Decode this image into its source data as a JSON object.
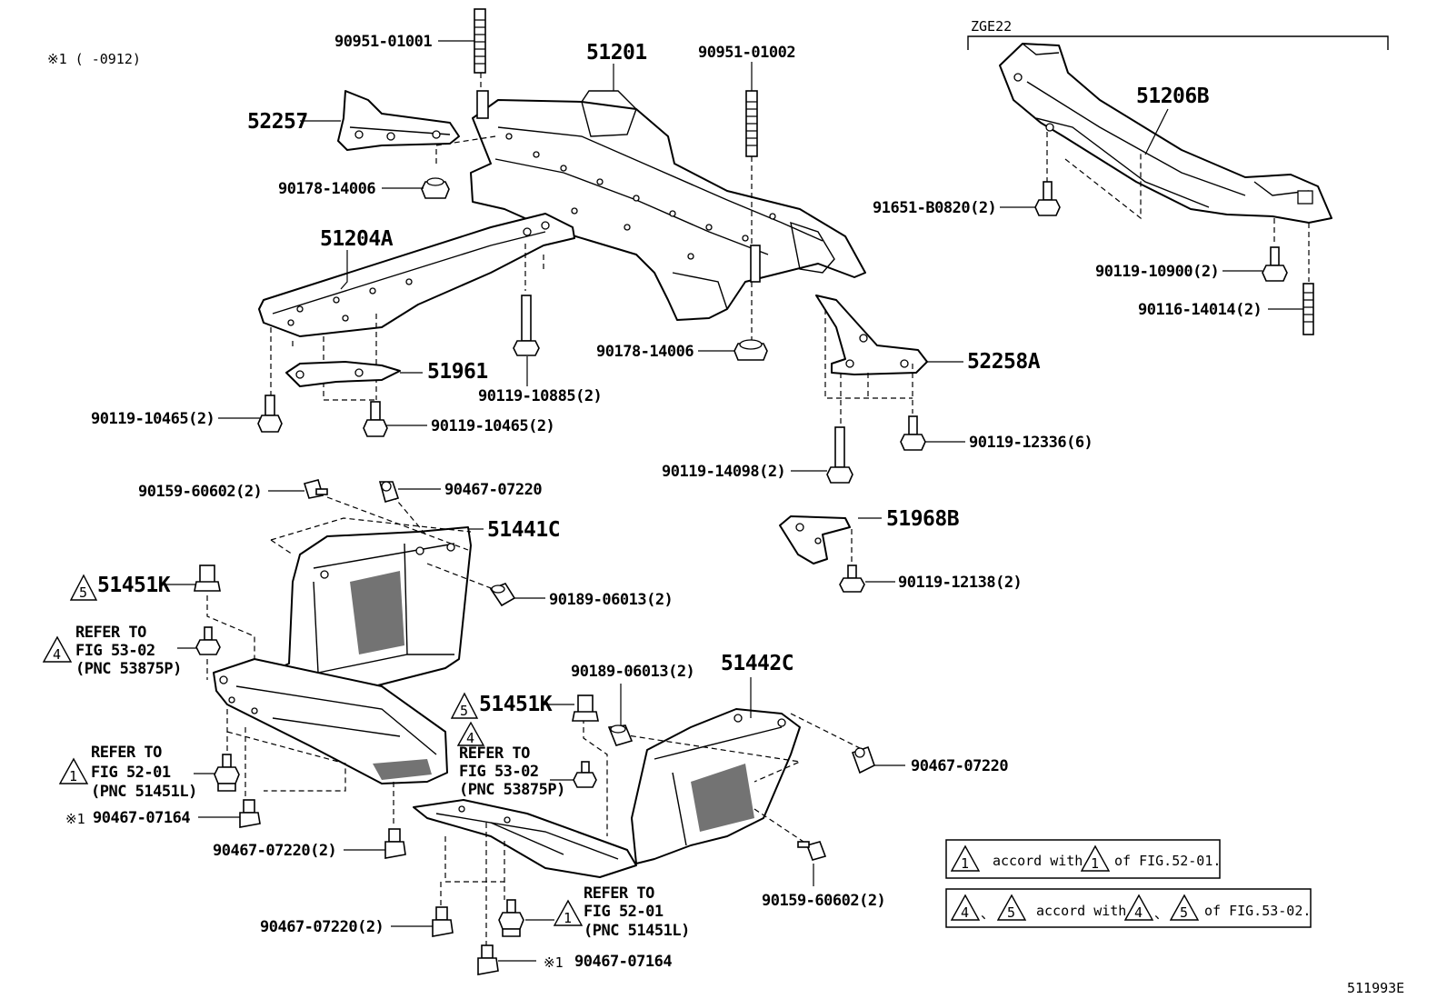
{
  "header_note": "※1 (   -0912)",
  "variant_label": "ZGE22",
  "figure_id": "511993E",
  "callouts": {
    "c_90951_01001": "90951-01001",
    "c_51201": "51201",
    "c_90951_01002": "90951-01002",
    "c_52257": "52257",
    "c_90178_14006_a": "90178-14006",
    "c_51204a": "51204A",
    "c_51961": "51961",
    "c_90119_10885": "90119-10885(2)",
    "c_90119_10465_a": "90119-10465(2)",
    "c_90119_10465_b": "90119-10465(2)",
    "c_90178_14006_b": "90178-14006",
    "c_52258a": "52258A",
    "c_90119_14098": "90119-14098(2)",
    "c_90119_12336": "90119-12336(6)",
    "c_51206b": "51206B",
    "c_91651_b0820": "91651-B0820(2)",
    "c_90119_10900": "90119-10900(2)",
    "c_90116_14014": "90116-14014(2)",
    "c_90159_60602_a": "90159-60602(2)",
    "c_90467_07220_a": "90467-07220",
    "c_51441c": "51441C",
    "c_51968b": "51968B",
    "c_90119_12138": "90119-12138(2)",
    "c_51451k_a": "51451K",
    "c_90189_06013_a": "90189-06013(2)",
    "c_51442c": "51442C",
    "c_90189_06013_b": "90189-06013(2)",
    "c_51451k_b": "51451K",
    "c_90467_07220_b": "90467-07220",
    "c_90467_07164_a": "90467-07164",
    "c_90467_07220_c": "90467-07220(2)",
    "c_90159_60602_b": "90159-60602(2)",
    "c_90467_07220_d": "90467-07220(2)",
    "c_90467_07164_b": "90467-07164"
  },
  "asterisk_mark": "※1",
  "refer_notes": {
    "r1": [
      "REFER TO",
      "FIG 53-02",
      "(PNC 53875P)"
    ],
    "r2": [
      "REFER TO",
      "FIG 52-01",
      "(PNC 51451L)"
    ],
    "r3": [
      "REFER TO",
      "FIG 53-02",
      "(PNC 53875P)"
    ],
    "r4": [
      "REFER TO",
      "FIG 52-01",
      "(PNC 51451L)"
    ]
  },
  "triangle_marks": {
    "t5a": "5",
    "t4a": "4",
    "t1a": "1",
    "t5b": "5",
    "t4b": "4",
    "t1b": "1"
  },
  "legend": {
    "box1": {
      "mark_a": "1",
      "text": "accord with",
      "mark_b": "1",
      "suffix": "of FIG.52-01."
    },
    "box2": {
      "mark_a": "4",
      "sep": "、",
      "mark_b": "5",
      "text": "accord with",
      "mark_c": "4",
      "sep2": "、",
      "mark_d": "5",
      "suffix": "of FIG.53-02."
    }
  }
}
